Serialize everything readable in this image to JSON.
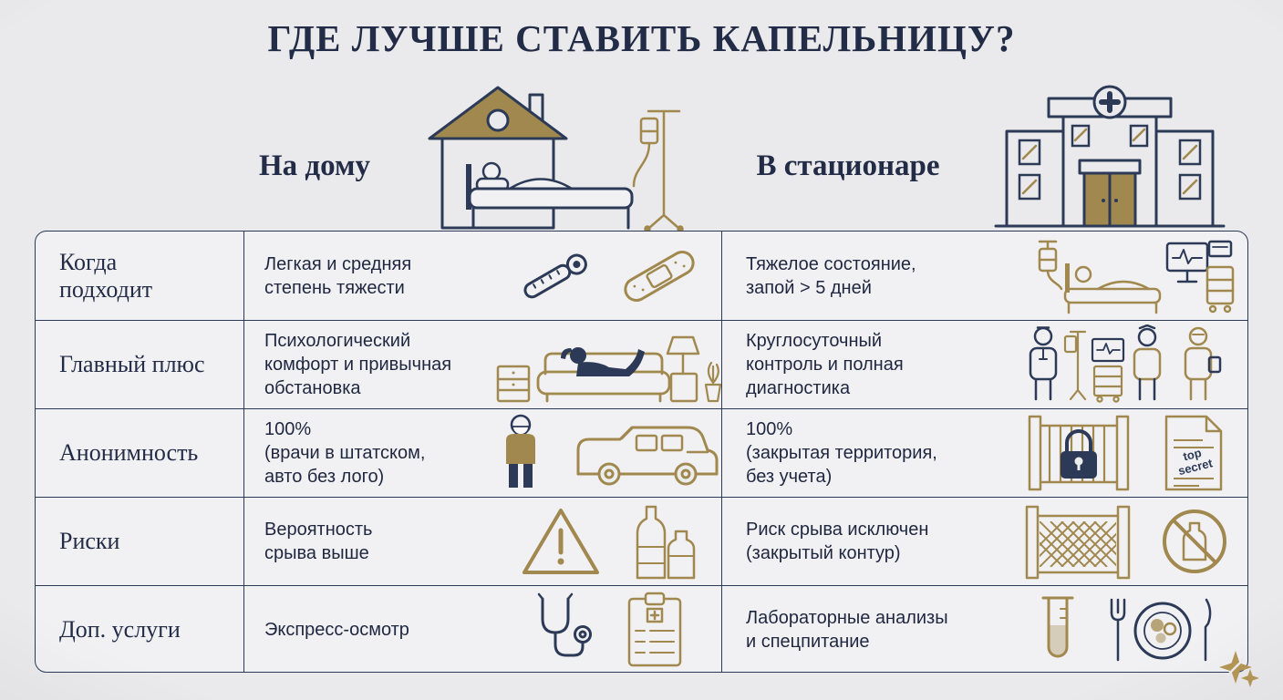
{
  "title": "ГДЕ ЛУЧШЕ СТАВИТЬ КАПЕЛЬНИЦУ?",
  "columns": {
    "home": "На дому",
    "hospital": "В стационаре"
  },
  "rows": [
    {
      "label": "Когда\nподходит",
      "home_text": "Легкая и средняя\nстепень тяжести",
      "home_icons": [
        "thermometer-icon",
        "bandage-icon"
      ],
      "hospital_text": "Тяжелое состояние,\nзапой > 5 дней",
      "hospital_icons": [
        "iv-drip-icon",
        "patient-bed-icon",
        "vitals-monitor-icon",
        "equipment-cart-icon"
      ]
    },
    {
      "label": "Главный плюс",
      "home_text": "Психологический\nкомфорт и привычная\nобстановка",
      "home_icons": [
        "nightstand-icon",
        "couch-icon",
        "resting-person-icon",
        "floor-lamp-icon",
        "plant-icon"
      ],
      "hospital_text": "Круглосуточный\nконтроль и полная\nдиагностика",
      "hospital_icons": [
        "doctor-icon",
        "iv-stand-icon",
        "monitor-cart-icon",
        "nurse-icon",
        "doctor-icon"
      ]
    },
    {
      "label": "Анонимность",
      "home_text": "100%\n(врачи в штатском,\nавто без лого)",
      "home_icons": [
        "plainclothes-person-icon",
        "van-icon"
      ],
      "hospital_text": "100%\n(закрытая территория,\nбез учета)",
      "hospital_icons": [
        "gate-lock-icon",
        "top-secret-document-icon"
      ]
    },
    {
      "label": "Риски",
      "home_text": "Вероятность\nсрыва выше",
      "home_icons": [
        "warning-triangle-icon",
        "alcohol-bottles-icon"
      ],
      "hospital_text": "Риск срыва исключен\n(закрытый контур)",
      "hospital_icons": [
        "fence-icon",
        "no-alcohol-icon"
      ]
    },
    {
      "label": "Доп. услуги",
      "home_text": "Экспресс-осмотр",
      "home_icons": [
        "stethoscope-icon",
        "medical-checklist-icon"
      ],
      "hospital_text": "Лабораторные анализы\nи спецпитание",
      "hospital_icons": [
        "test-tube-icon",
        "meal-icon"
      ]
    }
  ],
  "header_icons": [
    "house-icon",
    "patient-bed-iv-icon",
    "hospital-building-icon"
  ],
  "icon_labels": {
    "top_secret": [
      "top",
      "secret"
    ]
  },
  "colors": {
    "background": "#e9e9eb",
    "panel": "#f1f1f3",
    "navy": "#2c3a58",
    "gold": "#a1884e",
    "text": "#1f2740"
  }
}
